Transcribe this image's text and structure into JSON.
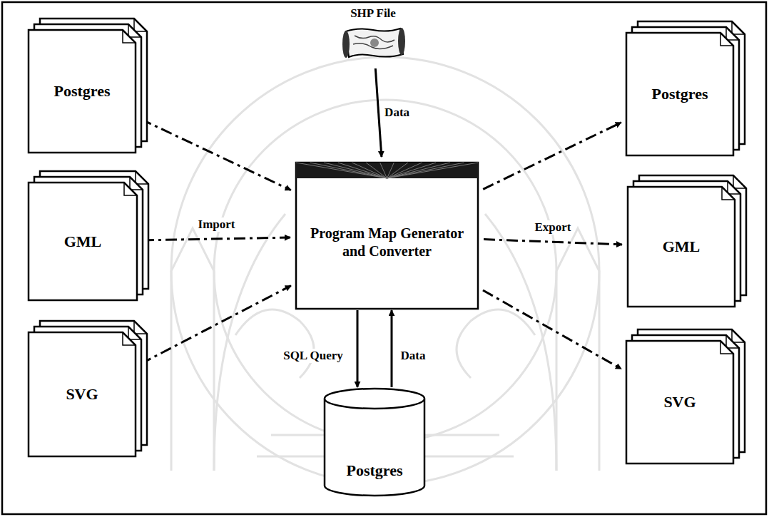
{
  "diagram": {
    "nodes": [
      {
        "text": [
          "Postgres"
        ]
      },
      {
        "text": [
          "SHP File"
        ]
      },
      {
        "text": [
          "Postgres"
        ]
      },
      {
        "text": [
          "GML"
        ]
      },
      {
        "text": [
          "Program Map Generator and Converter"
        ]
      },
      {
        "text": [
          "GML"
        ]
      },
      {
        "text": [
          "SVG"
        ]
      },
      {
        "text": [
          "SVG"
        ]
      },
      {
        "text": [
          "Postgres"
        ]
      }
    ],
    "edges": [
      {
        "from": 0,
        "to": 4,
        "arrow": "to"
      },
      {
        "from": 3,
        "to": 4,
        "label": "Import",
        "arrow": "to"
      },
      {
        "from": 6,
        "to": 4,
        "arrow": "to"
      },
      {
        "from": 1,
        "to": 4,
        "label": "Data",
        "arrow": "to"
      },
      {
        "from": 4,
        "to": 8,
        "label": "SQL Query",
        "arrow": "to"
      },
      {
        "from": 8,
        "to": 4,
        "label": "Data",
        "arrow": "to"
      },
      {
        "from": 4,
        "to": 2,
        "arrow": "to"
      },
      {
        "from": 4,
        "to": 5,
        "label": "Export",
        "arrow": "to"
      },
      {
        "from": 4,
        "to": 7,
        "arrow": "to"
      }
    ]
  }
}
